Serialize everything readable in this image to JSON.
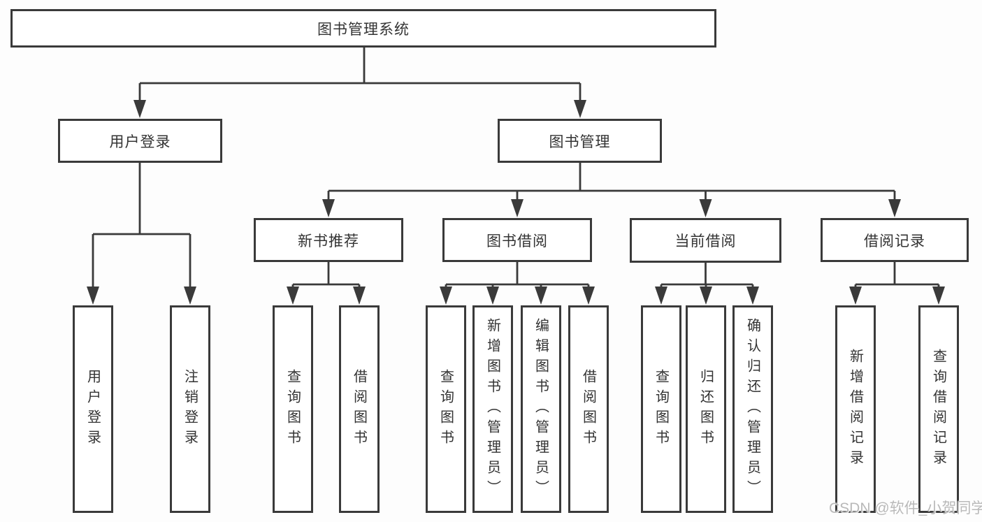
{
  "tree": {
    "label": "图书管理系统",
    "children": [
      {
        "label": "用户登录",
        "children": [
          {
            "label": "用户登录"
          },
          {
            "label": "注销登录"
          }
        ]
      },
      {
        "label": "图书管理",
        "children": [
          {
            "label": "新书推荐",
            "children": [
              {
                "label": "查询图书"
              },
              {
                "label": "借阅图书"
              }
            ]
          },
          {
            "label": "图书借阅",
            "children": [
              {
                "label": "查询图书"
              },
              {
                "label": "新增图书（管理员）"
              },
              {
                "label": "编辑图书（管理员）"
              },
              {
                "label": "借阅图书"
              }
            ]
          },
          {
            "label": "当前借阅",
            "children": [
              {
                "label": "查询图书"
              },
              {
                "label": "归还图书"
              },
              {
                "label": "确认归还（管理员）"
              }
            ]
          },
          {
            "label": "借阅记录",
            "children": [
              {
                "label": "新增借阅记录"
              },
              {
                "label": "查询借阅记录"
              }
            ]
          }
        ]
      }
    ]
  },
  "watermark": "CSDN @软件_小贺同学",
  "colors": {
    "line": "#3a3a3a",
    "text": "#333333",
    "box_fill": "#ffffff",
    "watermark": "#b9b9b9"
  }
}
